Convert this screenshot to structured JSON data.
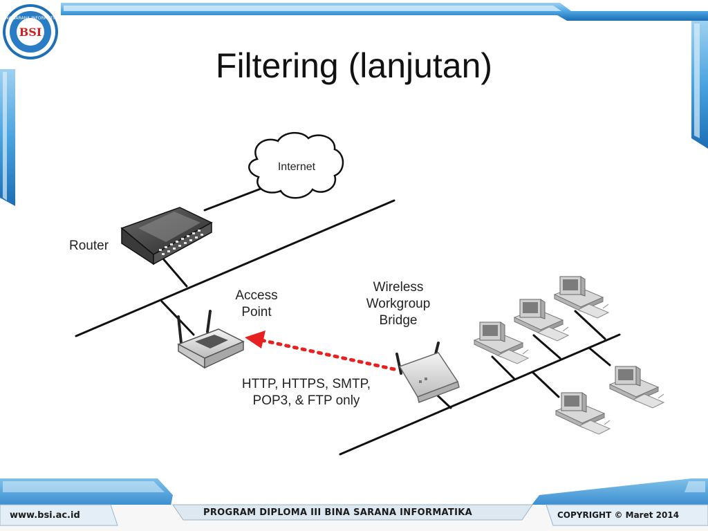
{
  "slide": {
    "title": "Filtering (lanjutan)"
  },
  "logo": {
    "text_top": "BSI",
    "text_ring": "BINA SARANA INFORMATIKA"
  },
  "diagram": {
    "internet_label": "Internet",
    "router_label": "Router",
    "access_point_label_line1": "Access",
    "access_point_label_line2": "Point",
    "bridge_label_line1": "Wireless",
    "bridge_label_line2": "Workgroup",
    "bridge_label_line3": "Bridge",
    "filter_note_line1": "HTTP, HTTPS, SMTP,",
    "filter_note_line2": "POP3, & FTP only",
    "arrow_color": "#e8201f"
  },
  "footer": {
    "website": "www.bsi.ac.id",
    "program": "PROGRAM DIPLOMA III BINA SARANA INFORMATIKA",
    "copyright": "COPYRIGHT © Maret 2014"
  },
  "theme": {
    "frame_blue": "#2f8fd6",
    "frame_light": "#bfe0f5",
    "frame_dark": "#1c5f9a"
  }
}
